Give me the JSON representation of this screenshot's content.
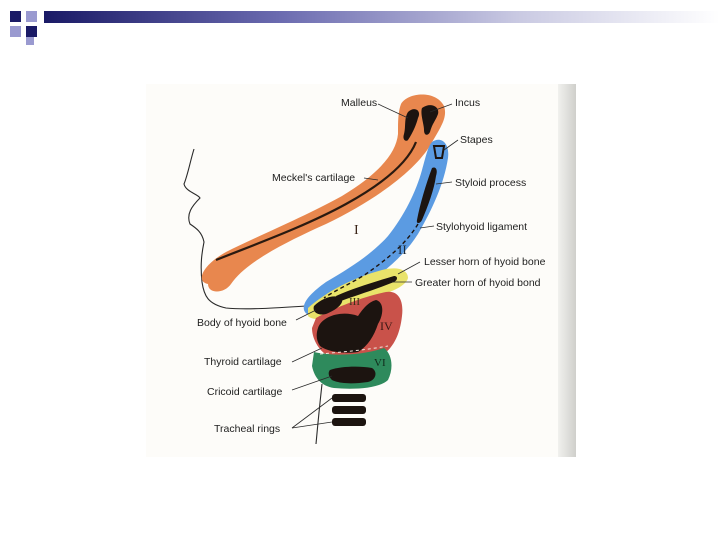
{
  "labels": {
    "malleus": "Malleus",
    "incus": "Incus",
    "stapes": "Stapes",
    "meckels_cartilage": "Meckel's cartilage",
    "styloid_process": "Styloid process",
    "stylohyoid_ligament": "Stylohyoid ligament",
    "lesser_horn": "Lesser horn of hyoid bone",
    "greater_horn": "Greater horn of hyoid bond",
    "body_of_hyoid": "Body of hyoid bone",
    "thyroid_cartilage": "Thyroid cartilage",
    "cricoid_cartilage": "Cricoid cartilage",
    "tracheal_rings": "Tracheal rings"
  },
  "arch_numerals": {
    "arch_1": "I",
    "arch_2": "II",
    "arch_3": "III",
    "arch_4": "IV",
    "arch_6": "VI"
  },
  "colors": {
    "arch_1": "#e8874e",
    "arch_2": "#5b9be2",
    "arch_3": "#e9e36a",
    "arch_4": "#c9524a",
    "arch_6": "#2e8a5c",
    "cartilage": "#1c1410",
    "header_navy": "#1a1a66",
    "header_light": "#9a9ad0"
  }
}
